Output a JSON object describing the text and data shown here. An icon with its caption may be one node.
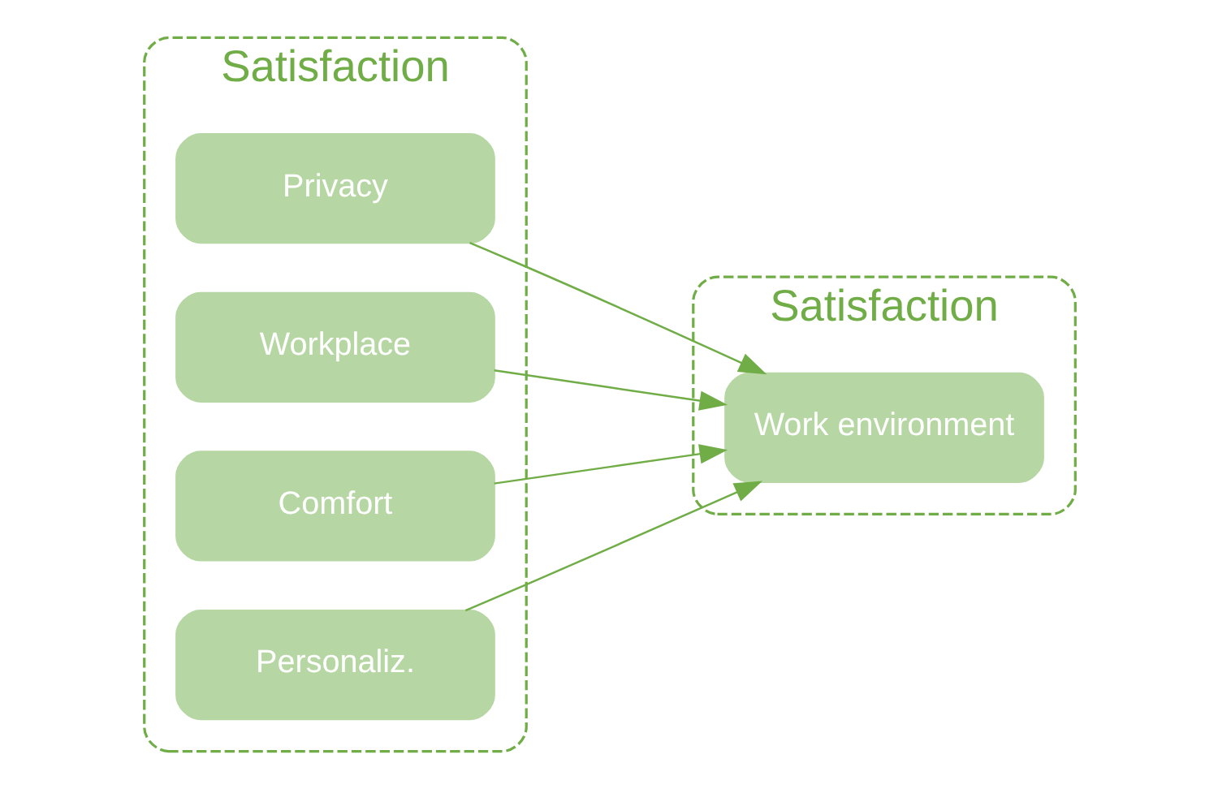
{
  "diagram": {
    "nodes": [
      {
        "text": [
          "Satisfaction"
        ]
      },
      {
        "text": [
          "Privacy"
        ],
        "in": 0
      },
      {
        "text": [
          "Workplace"
        ],
        "in": 0
      },
      {
        "text": [
          "Comfort"
        ],
        "in": 0
      },
      {
        "text": [
          "Personaliz."
        ],
        "in": 0
      },
      {
        "text": [
          "Satisfaction"
        ]
      },
      {
        "text": [
          "Work environment"
        ],
        "in": 5
      }
    ],
    "edges": [
      {
        "from": 1,
        "to": 6,
        "arrow": "to"
      },
      {
        "from": 2,
        "to": 6,
        "arrow": "to"
      },
      {
        "from": 3,
        "to": 6,
        "arrow": "to"
      },
      {
        "from": 4,
        "to": 6,
        "arrow": "to"
      }
    ]
  }
}
